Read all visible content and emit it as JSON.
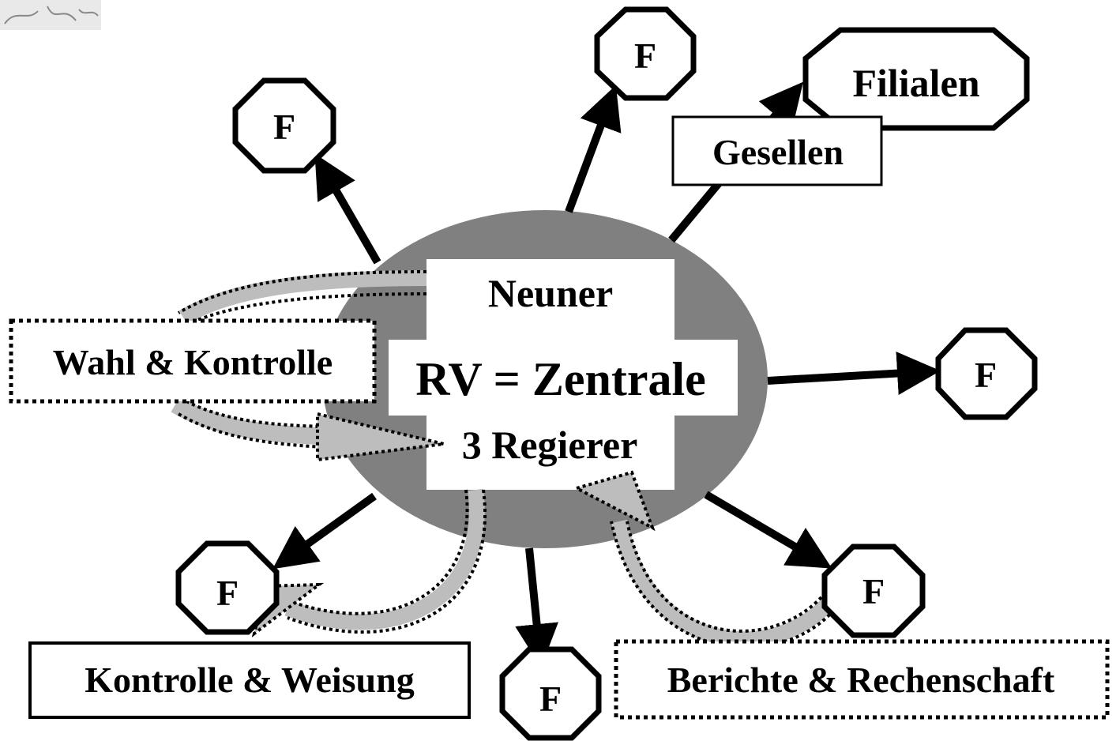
{
  "center": {
    "top_label": "Neuner",
    "main_label": "RV = Zentrale",
    "bottom_label": "3 Regierer"
  },
  "nodes": {
    "filialen": "Filialen",
    "gesellen": "Gesellen",
    "f": "F"
  },
  "relations": {
    "wahl": "Wahl & Kontrolle",
    "weisung": "Kontrolle & Weisung",
    "berichte": "Berichte & Rechenschaft"
  },
  "colors": {
    "ellipse": "#808080",
    "feedback_arrow": "#bdbdbd",
    "ink": "#000000",
    "paper": "#ffffff"
  }
}
